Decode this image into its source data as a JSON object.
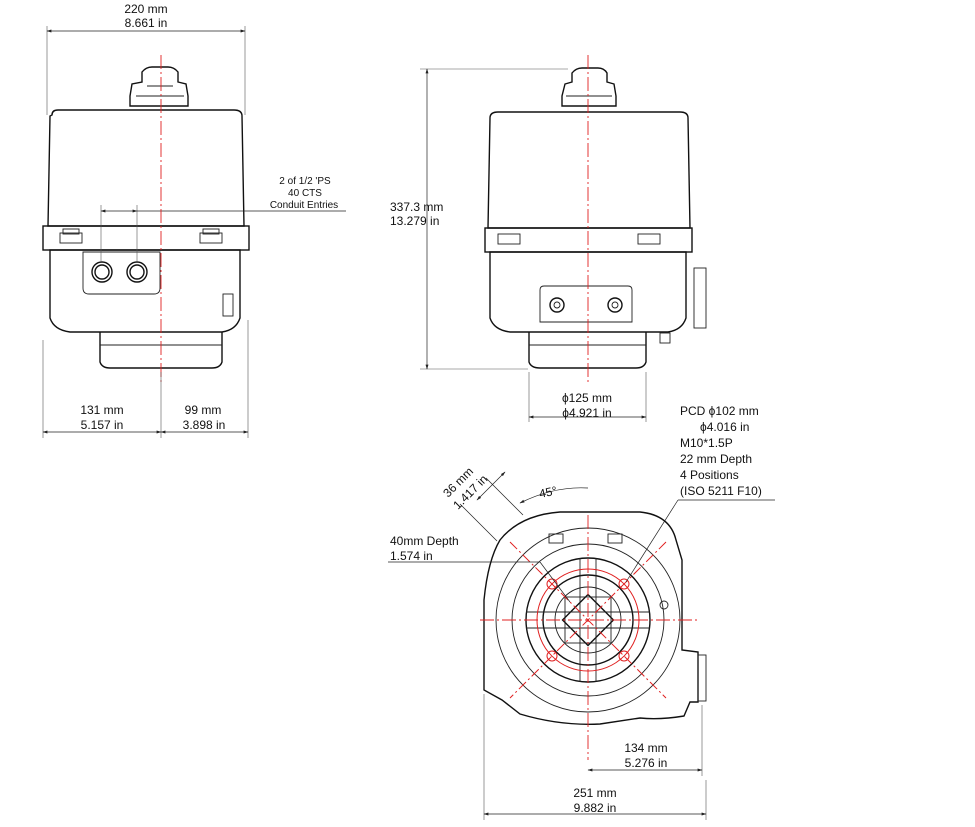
{
  "colors": {
    "outline": "#111111",
    "centerline": "#e02020",
    "background": "#ffffff"
  },
  "front_view": {
    "width_mm": "220 mm",
    "width_in": "8.661 in",
    "left_mm": "131 mm",
    "left_in": "5.157 in",
    "right_mm": "99 mm",
    "right_in": "3.898 in",
    "conduit_line1": "2 of 1/2 'PS",
    "conduit_line2": "40 CTS",
    "conduit_line3": "Conduit Entries"
  },
  "side_view": {
    "height_mm": "337.3 mm",
    "height_in": "13.279 in",
    "dia_mm": "ϕ125 mm",
    "dia_in": "ϕ4.921 in"
  },
  "bottom_view": {
    "pcd_line1": "PCD ϕ102 mm",
    "pcd_line2": "ϕ4.016 in",
    "pcd_line3": "M10*1.5P",
    "pcd_line4": "22 mm Depth",
    "pcd_line5": "4 Positions",
    "pcd_line6": "(ISO 5211 F10)",
    "square_mm": "36 mm",
    "square_in": "1.417 in",
    "angle": "45°",
    "depth_mm": "40mm Depth",
    "depth_in": "1.574 in",
    "offset_mm": "134 mm",
    "offset_in": "5.276 in",
    "overall_mm": "251 mm",
    "overall_in": "9.882 in"
  }
}
